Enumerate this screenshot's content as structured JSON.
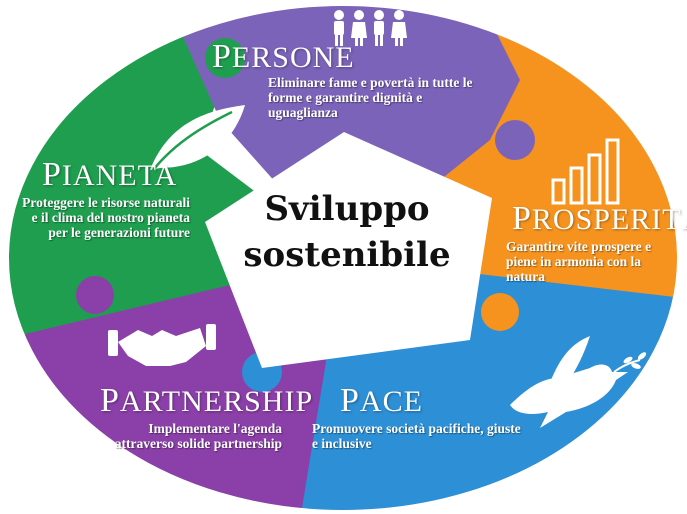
{
  "center": {
    "line1": "Sviluppo",
    "line2": "sostenibile"
  },
  "segments": {
    "persone": {
      "title_cap": "P",
      "title_rest": "ERSONE",
      "desc": "Eliminare fame e povertà in tutte le forme e garantire dignità e uguaglianza",
      "icon": "people-icon",
      "color": "#7a63b8"
    },
    "prosperita": {
      "title_cap": "P",
      "title_rest": "ROSPERITÀ",
      "desc": "Garantire vite prospere e piene in armonia con la natura",
      "icon": "bar-chart-icon",
      "color": "#f5931e"
    },
    "pace": {
      "title_cap": "P",
      "title_rest": "ACE",
      "desc": "Promuovere società pacifiche, giuste e inclusive",
      "icon": "dove-icon",
      "color": "#2d8fd5"
    },
    "partnership": {
      "title_cap": "P",
      "title_rest": "ARTNERSHIP",
      "desc": "Implementare l'agenda attraverso solide partnership",
      "icon": "handshake-icon",
      "color": "#8b3fa8"
    },
    "pianeta": {
      "title_cap": "P",
      "title_rest": "IANETA",
      "desc": "Proteggere le risorse naturali e il clima del nostro pianeta per le generazioni future",
      "icon": "leaf-icon",
      "color": "#1e9e4e"
    }
  }
}
